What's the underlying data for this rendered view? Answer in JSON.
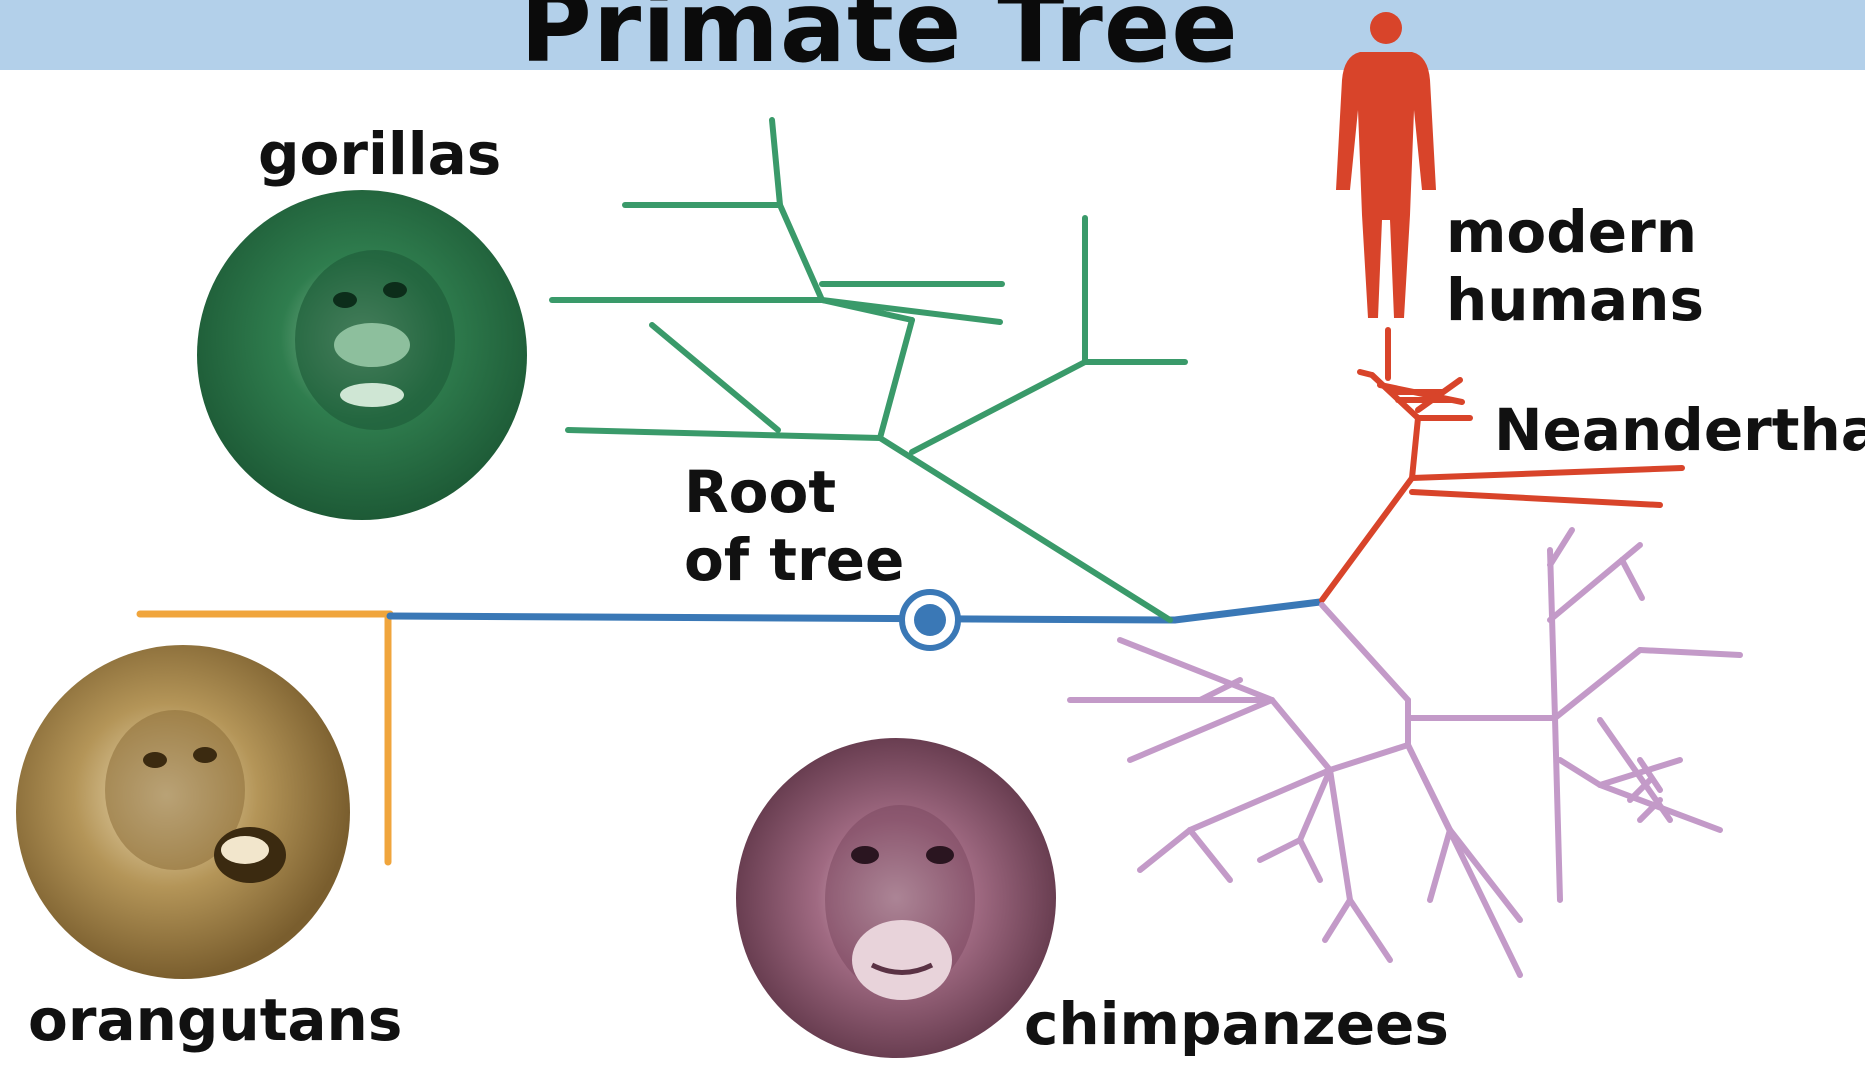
{
  "title": "Primate Tree",
  "labels": {
    "gorillas": "gorillas",
    "modern_humans_line1": "modern",
    "modern_humans_line2": "humans",
    "neanderthal": "Neanderthal",
    "root_line1": "Root",
    "root_line2": "of tree",
    "orangutans": "orangutans",
    "chimpanzees": "chimpanzees"
  },
  "colors": {
    "title_bar": "#b3d0ea",
    "gorilla_branch": "#3a9a6a",
    "human_branch": "#d8442a",
    "chimp_branch": "#c39ac8",
    "orangutan_branch": "#f0a53c",
    "root_branch": "#3a78b6"
  },
  "icons": {
    "gorilla": "gorilla-portrait",
    "orangutan": "orangutan-portrait",
    "chimpanzee": "chimpanzee-portrait",
    "human": "human-silhouette-icon",
    "root": "root-node-icon"
  }
}
